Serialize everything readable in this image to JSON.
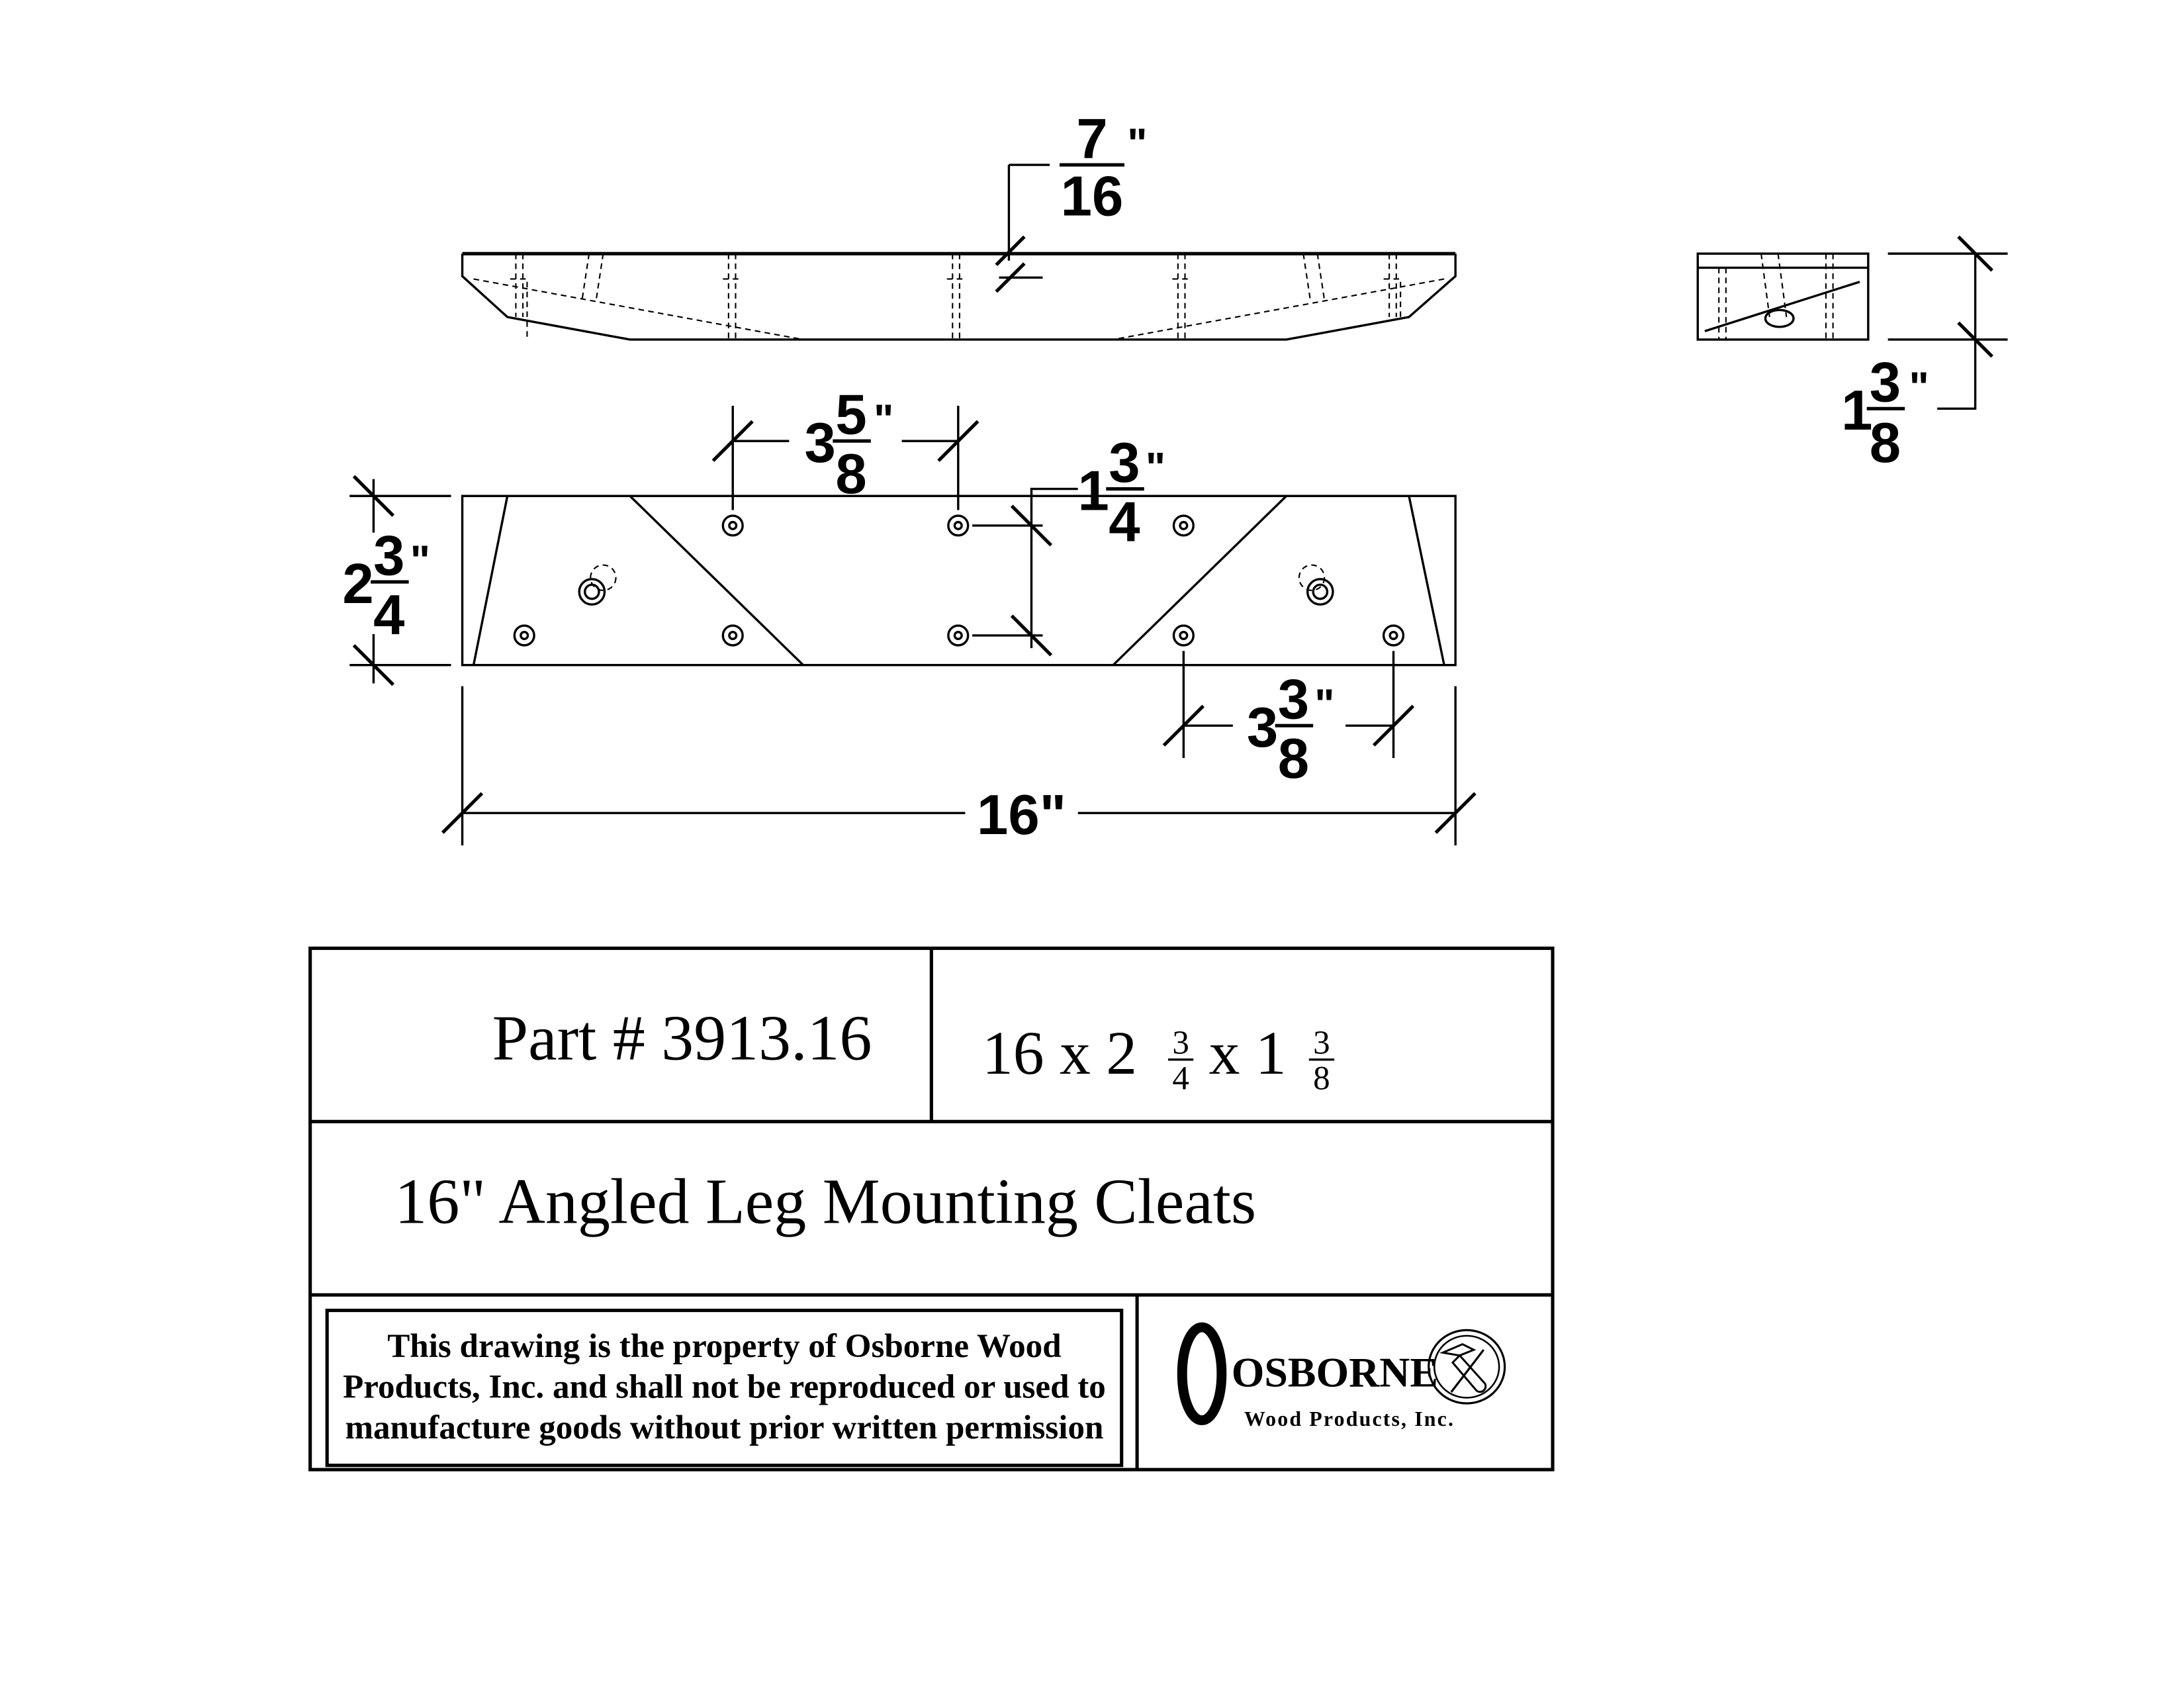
{
  "dimensions": {
    "top_thickness": {
      "num": "7",
      "den": "16",
      "unit": "\""
    },
    "side_height": {
      "whole": "1",
      "num": "3",
      "den": "8",
      "unit": "\""
    },
    "hole_spacing_top": {
      "whole": "3",
      "num": "5",
      "den": "8",
      "unit": "\""
    },
    "hole_spacing_vertical": {
      "whole": "1",
      "num": "3",
      "den": "4",
      "unit": "\""
    },
    "width": {
      "whole": "2",
      "num": "3",
      "den": "4",
      "unit": "\""
    },
    "hole_spacing_bottom": {
      "whole": "3",
      "num": "3",
      "den": "8",
      "unit": "\""
    },
    "length": "16\""
  },
  "title_block": {
    "part_number": "Part # 3913.16",
    "size": {
      "a": "16 x 2",
      "a_num": "3",
      "a_den": "4",
      "b": "x 1",
      "b_num": "3",
      "b_den": "8"
    },
    "description": "16\" Angled Leg Mounting Cleats",
    "notice": [
      "This drawing is the property of Osborne Wood",
      "Products, Inc. and shall not be reproduced or used to",
      "manufacture goods without prior written permission"
    ],
    "logo": {
      "name": "OSBORNE",
      "subtitle": "Wood Products, Inc."
    }
  }
}
